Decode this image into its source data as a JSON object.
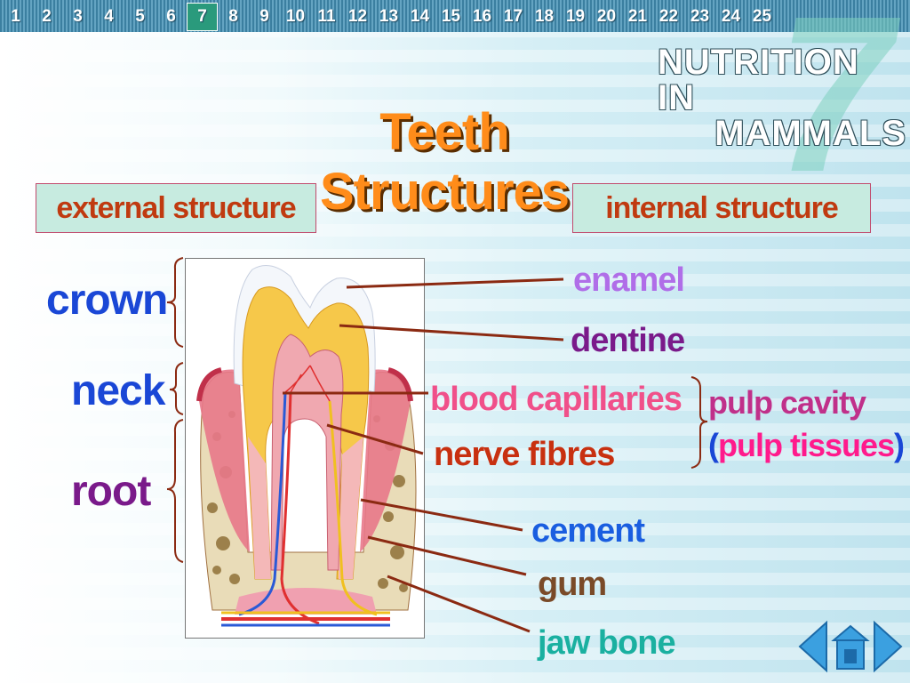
{
  "slide_numbers": [
    "1",
    "2",
    "3",
    "4",
    "5",
    "6",
    "7",
    "8",
    "9",
    "10",
    "11",
    "12",
    "13",
    "14",
    "15",
    "16",
    "17",
    "18",
    "19",
    "20",
    "21",
    "22",
    "23",
    "24",
    "25"
  ],
  "current_slide": "7",
  "chapter": {
    "line1": "NUTRITION IN",
    "line2": "MAMMALS",
    "number": "7"
  },
  "title": "Teeth Structures",
  "external_box": "external structure",
  "internal_box": "internal structure",
  "external_labels": {
    "crown": "crown",
    "neck": "neck",
    "root": "root"
  },
  "labels": {
    "enamel": "enamel",
    "dentine": "dentine",
    "blood_capillaries": "blood capillaries",
    "nerve_fibres": "nerve fibres",
    "cement": "cement",
    "gum": "gum",
    "jaw_bone": "jaw bone",
    "pulp_cavity": "pulp cavity",
    "pulp_tissues_open": "(",
    "pulp_tissues": "pulp tissues",
    "pulp_tissues_close": ")"
  },
  "colors": {
    "crown": "#1a47d6",
    "neck": "#1a47d6",
    "root": "#7a1a8a",
    "enamel": "#b06ee8",
    "dentine": "#7a1a8a",
    "blood_capillaries": "#f0508a",
    "nerve_fibres": "#c83010",
    "cement": "#1a5ee0",
    "gum": "#7a4a28",
    "jaw_bone": "#1ab0a0",
    "pulp_cavity": "#c0308a",
    "pulp_tissues": "#ff1a8c",
    "pulp_paren": "#1a47d6"
  },
  "navigation": {
    "prev": "previous-arrow-icon",
    "home": "home-icon",
    "next": "next-arrow-icon"
  }
}
